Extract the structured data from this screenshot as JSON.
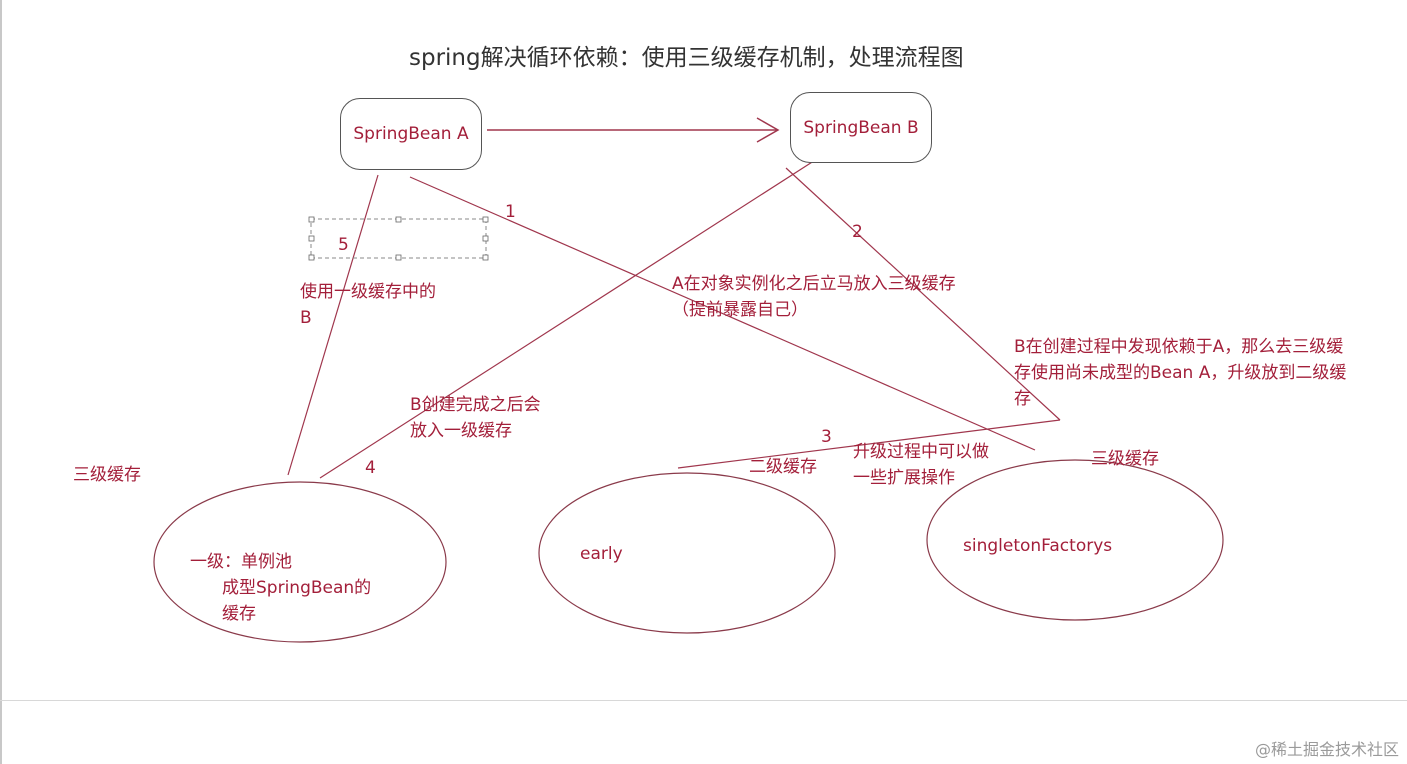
{
  "title": "spring解决循环依赖：使用三级缓存机制，处理流程图",
  "nodes": {
    "bean_a": "SpringBean A",
    "bean_b": "SpringBean B"
  },
  "caches": {
    "level1_label_line1": "一级：单例池",
    "level1_label_line2": "成型SpringBean的",
    "level1_label_line3": "缓存",
    "level2_label": "early",
    "level3_label": "singletonFactorys"
  },
  "steps": {
    "s1": "1",
    "s2": "2",
    "s3": "3",
    "s4": "4",
    "s5": "5"
  },
  "annotations": {
    "a_put_line1": "A在对象实例化之后立马放入三级缓存",
    "a_put_line2": "（提前暴露自己）",
    "b_found_line1": "B在创建过程中发现依赖于A，那么去三级缓",
    "b_found_line2": "存使用尚未成型的Bean A，升级放到二级缓",
    "b_found_line3": "存",
    "b_done_line1": "B创建完成之后会",
    "b_done_line2": "放入一级缓存",
    "use_l1_line1": "使用一级缓存中的",
    "use_l1_line2": "B",
    "upgrade_line1": "升级过程中可以做",
    "upgrade_line2": "一些扩展操作",
    "label_level3_left": "三级缓存",
    "label_level2": "二级缓存",
    "label_level3_right": "三级缓存"
  },
  "watermark": "@稀土掘金技术社区",
  "colors": {
    "accent": "#a31f3a",
    "line": "#a0364d",
    "border": "#555555"
  }
}
